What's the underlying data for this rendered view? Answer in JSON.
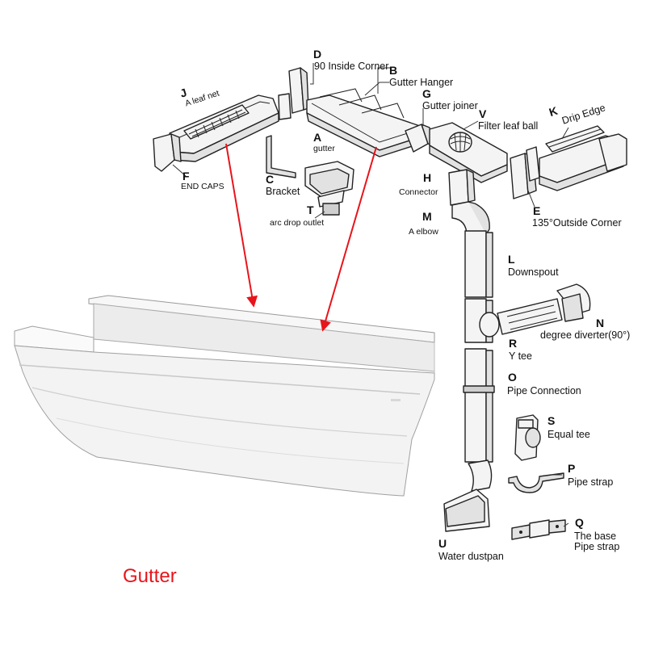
{
  "caption": "Gutter",
  "colors": {
    "accent": "#e8141b",
    "line": "#222222",
    "fill": "#f4f4f4"
  },
  "parts": {
    "A": {
      "letter": "A",
      "name": "gutter"
    },
    "B": {
      "letter": "B",
      "name": "Gutter Hanger"
    },
    "C": {
      "letter": "C",
      "name": "Bracket"
    },
    "D": {
      "letter": "D",
      "name": "90 Inside Corner"
    },
    "E": {
      "letter": "E",
      "name": "135°Outside Corner"
    },
    "F": {
      "letter": "F",
      "name": "END CAPS"
    },
    "G": {
      "letter": "G",
      "name": "Gutter joiner"
    },
    "H": {
      "letter": "H",
      "name": "Connector"
    },
    "J": {
      "letter": "J",
      "name": "A leaf net"
    },
    "K": {
      "letter": "K",
      "name": "Drip Edge"
    },
    "L": {
      "letter": "L",
      "name": "Downspout"
    },
    "M": {
      "letter": "M",
      "name": "A elbow"
    },
    "N": {
      "letter": "N",
      "name": "degree diverter(90°)"
    },
    "O": {
      "letter": "O",
      "name": "Pipe Connection"
    },
    "P": {
      "letter": "P",
      "name": "Pipe strap"
    },
    "Q": {
      "letter": "Q",
      "name": "The base",
      "name2": "Pipe strap"
    },
    "R": {
      "letter": "R",
      "name": "Y tee"
    },
    "S": {
      "letter": "S",
      "name": "Equal tee"
    },
    "T": {
      "letter": "T",
      "name": "arc drop outlet"
    },
    "U": {
      "letter": "U",
      "name": "Water dustpan"
    },
    "V": {
      "letter": "V",
      "name": "Filter leaf ball"
    }
  }
}
